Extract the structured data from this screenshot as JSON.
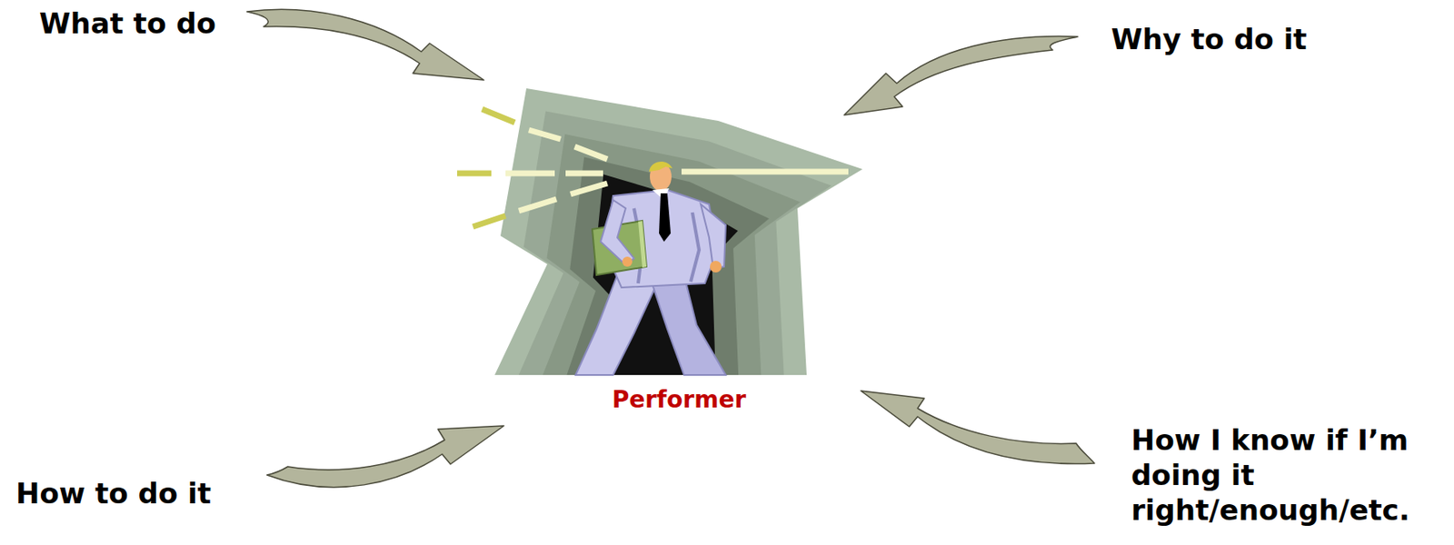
{
  "diagram": {
    "nodes": [
      {
        "text": [
          "Performer"
        ]
      }
    ],
    "labels": [
      "What to do",
      "Why to do it",
      "How to do it",
      "How I know if I’m doing it right/enough/etc."
    ]
  }
}
